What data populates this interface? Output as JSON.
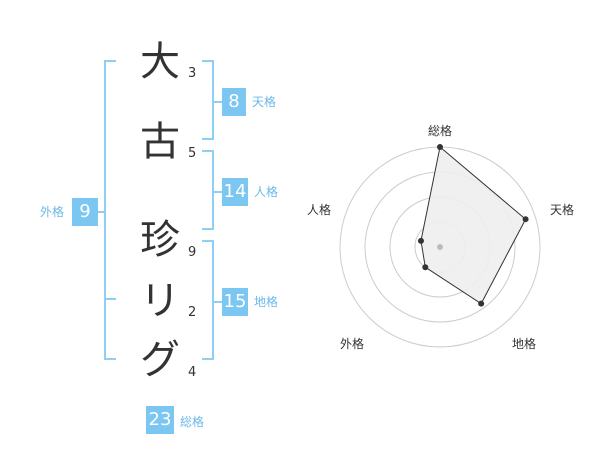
{
  "name": {
    "chars": [
      "大",
      "古",
      "珍",
      "リ",
      "グ"
    ],
    "strokes": [
      "3",
      "5",
      "9",
      "2",
      "4"
    ]
  },
  "kakusu": {
    "tenkaku": {
      "value": "8",
      "label": "天格"
    },
    "jinkaku": {
      "value": "14",
      "label": "人格"
    },
    "chikaku": {
      "value": "15",
      "label": "地格"
    },
    "gaikaku": {
      "value": "9",
      "label": "外格"
    },
    "soukaku": {
      "value": "23",
      "label": "総格"
    }
  },
  "radar": {
    "labels": {
      "soukaku": "総格",
      "tenkaku": "天格",
      "chikaku": "地格",
      "gaikaku": "外格",
      "jinkaku": "人格"
    },
    "values": {
      "soukaku": 1.0,
      "tenkaku": 0.9,
      "chikaku": 0.7,
      "gaikaku": 0.25,
      "jinkaku": 0.2
    },
    "rings": 4
  },
  "colors": {
    "accent": "#7cc6f2",
    "bracket": "#8dd0f4",
    "fill": "#eeeeee",
    "line": "#333333"
  }
}
